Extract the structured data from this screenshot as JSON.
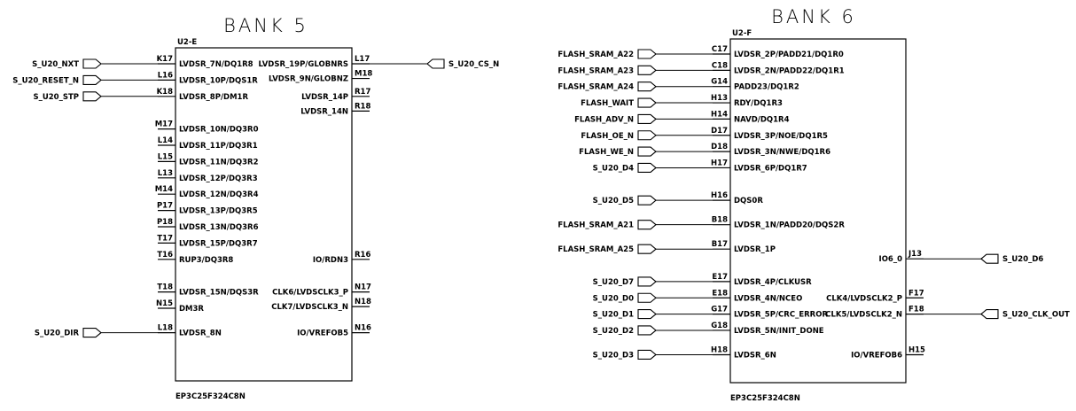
{
  "banks": [
    {
      "title": "BANK 5",
      "ref": "U2-E",
      "part": "EP3C25F324C8N",
      "left_pins": [
        {
          "row": 0,
          "num": "K17",
          "name": "LVDSR_7N/DQ1R8",
          "net": "S_U20_NXT"
        },
        {
          "row": 1,
          "num": "L16",
          "name": "LVDSR_10P/DQS1R",
          "net": "S_U20_RESET_N"
        },
        {
          "row": 2,
          "num": "K18",
          "name": "LVDSR_8P/DM1R",
          "net": "S_U20_STP"
        },
        {
          "row": 4,
          "num": "M17",
          "name": "LVDSR_10N/DQ3R0"
        },
        {
          "row": 5,
          "num": "L14",
          "name": "LVDSR_11P/DQ3R1"
        },
        {
          "row": 6,
          "num": "L15",
          "name": "LVDSR_11N/DQ3R2"
        },
        {
          "row": 7,
          "num": "L13",
          "name": "LVDSR_12P/DQ3R3"
        },
        {
          "row": 8,
          "num": "M14",
          "name": "LVDSR_12N/DQ3R4"
        },
        {
          "row": 9,
          "num": "P17",
          "name": "LVDSR_13P/DQ3R5"
        },
        {
          "row": 10,
          "num": "P18",
          "name": "LVDSR_13N/DQ3R6"
        },
        {
          "row": 11,
          "num": "T17",
          "name": "LVDSR_15P/DQ3R7"
        },
        {
          "row": 12,
          "num": "T16",
          "name": "RUP3/DQ3R8"
        },
        {
          "row": 14,
          "num": "T18",
          "name": "LVDSR_15N/DQS3R"
        },
        {
          "row": 15,
          "num": "N15",
          "name": "DM3R"
        },
        {
          "row": 16.5,
          "num": "L18",
          "name": "LVDSR_8N",
          "net": "S_U20_DIR"
        }
      ],
      "right_pins": [
        {
          "row": 0,
          "num": "L17",
          "name": "LVDSR_19P/GLOBNRS",
          "net": "S_U20_CS_N"
        },
        {
          "row": 0.9,
          "num": "M18",
          "name": "LVDSR_9N/GLOBNZ"
        },
        {
          "row": 2,
          "num": "R17",
          "name": "LVDSR_14P"
        },
        {
          "row": 2.9,
          "num": "R18",
          "name": "LVDSR_14N"
        },
        {
          "row": 12,
          "num": "R16",
          "name": "IO/RDN3"
        },
        {
          "row": 14,
          "num": "N17",
          "name": "CLK6/LVDSCLK3_P"
        },
        {
          "row": 14.9,
          "num": "N18",
          "name": "CLK7/LVDSCLK3_N"
        },
        {
          "row": 16.5,
          "num": "N16",
          "name": "IO/VREFOB5"
        }
      ]
    },
    {
      "title": "BANK 6",
      "ref": "U2-F",
      "part": "EP3C25F324C8N",
      "left_pins": [
        {
          "row": 0,
          "num": "C17",
          "name": "LVDSR_2P/PADD21/DQ1R0",
          "net": "FLASH_SRAM_A22"
        },
        {
          "row": 1,
          "num": "C18",
          "name": "LVDSR_2N/PADD22/DQ1R1",
          "net": "FLASH_SRAM_A23"
        },
        {
          "row": 2,
          "num": "G14",
          "name": "PADD23/DQ1R2",
          "net": "FLASH_SRAM_A24"
        },
        {
          "row": 3,
          "num": "H13",
          "name": "RDY/DQ1R3",
          "net": "FLASH_WAIT"
        },
        {
          "row": 4,
          "num": "H14",
          "name": "NAVD/DQ1R4",
          "net": "FLASH_ADV_N"
        },
        {
          "row": 5,
          "num": "D17",
          "name": "LVDSR_3P/NOE/DQ1R5",
          "net": "FLASH_OE_N"
        },
        {
          "row": 6,
          "num": "D18",
          "name": "LVDSR_3N/NWE/DQ1R6",
          "net": "FLASH_WE_N"
        },
        {
          "row": 7,
          "num": "H17",
          "name": "LVDSR_6P/DQ1R7",
          "net": "S_U20_D4"
        },
        {
          "row": 9,
          "num": "H16",
          "name": "DQS0R",
          "net": "S_U20_D5"
        },
        {
          "row": 10.5,
          "num": "B18",
          "name": "LVDSR_1N/PADD20/DQS2R",
          "net": "FLASH_SRAM_A21"
        },
        {
          "row": 12,
          "num": "B17",
          "name": "LVDSR_1P",
          "net": "FLASH_SRAM_A25"
        },
        {
          "row": 14,
          "num": "E17",
          "name": "LVDSR_4P/CLKUSR",
          "net": "S_U20_D7"
        },
        {
          "row": 15,
          "num": "E18",
          "name": "LVDSR_4N/NCEO",
          "net": "S_U20_D0"
        },
        {
          "row": 16,
          "num": "G17",
          "name": "LVDSR_5P/CRC_ERROR",
          "net": "S_U20_D1"
        },
        {
          "row": 17,
          "num": "G18",
          "name": "LVDSR_5N/INIT_DONE",
          "net": "S_U20_D2"
        },
        {
          "row": 18.5,
          "num": "H18",
          "name": "LVDSR_6N",
          "net": "S_U20_D3"
        }
      ],
      "right_pins": [
        {
          "row": 12.6,
          "num": "J13",
          "name": "IO6_0",
          "net": "S_U20_D6"
        },
        {
          "row": 15,
          "num": "F17",
          "name": "CLK4/LVDSCLK2_P"
        },
        {
          "row": 16,
          "num": "F18",
          "name": "CLK5/LVDSCLK2_N",
          "net": "S_U20_CLK_OUT"
        },
        {
          "row": 18.5,
          "num": "H15",
          "name": "IO/VREFOB6"
        }
      ]
    }
  ]
}
